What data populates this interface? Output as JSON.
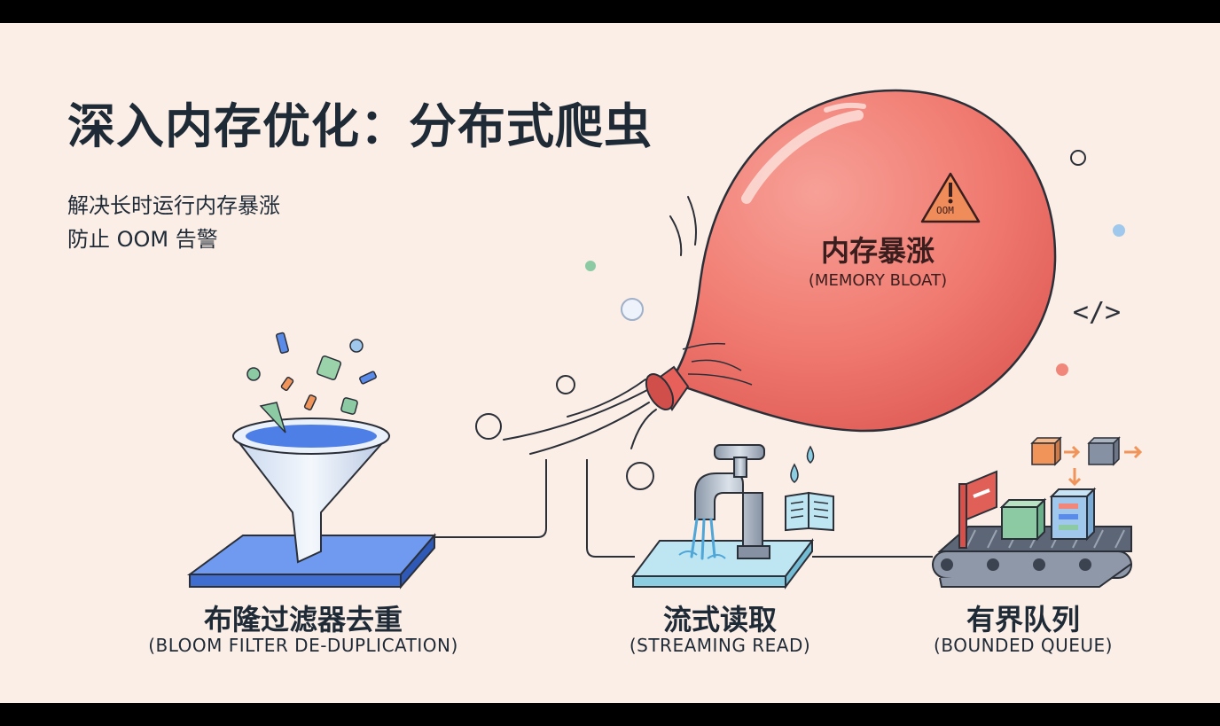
{
  "title": "深入内存优化：分布式爬虫",
  "subtitle_lines": [
    "解决长时运行内存暴涨",
    "防止 OOM 告警"
  ],
  "balloon": {
    "label_cn": "内存暴涨",
    "label_en": "(MEMORY BLOAT)",
    "badge": "OOM"
  },
  "stations": [
    {
      "label_cn": "布隆过滤器去重",
      "label_en": "(BLOOM FILTER DE-DUPLICATION)"
    },
    {
      "label_cn": "流式读取",
      "label_en": "(STREAMING READ)"
    },
    {
      "label_cn": "有界队列",
      "label_en": "(BOUNDED QUEUE)"
    }
  ],
  "code_glyph": "</>",
  "colors": {
    "background": "#fbeee6",
    "title": "#1f2a37",
    "balloon": "#f07a70",
    "funnel_base": "#4f7fe0",
    "faucet_base": "#a8dcec",
    "queue_base": "#8f98a8"
  }
}
